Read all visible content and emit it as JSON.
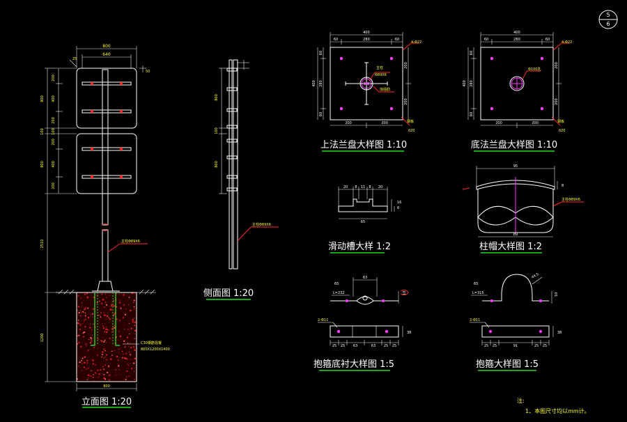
{
  "sheet": {
    "number_top": "5",
    "number_bottom": "6"
  },
  "titles": {
    "elevation": "立面图 1:20",
    "side": "侧面图 1:20",
    "top_flange": "上法兰盘大样图 1:10",
    "bottom_flange": "底法兰盘大样图 1:10",
    "slot": "滑动槽大样 1:2",
    "cap": "柱帽大样图 1:2",
    "hoop_plate": "抱箍底衬大样图 1:5",
    "hoop": "抱箍大样图 1:5"
  },
  "elevation": {
    "dim_800_top": "800",
    "dim_640": "640",
    "dims_left": [
      "200",
      "400",
      "200",
      "100",
      "200",
      "400",
      "200"
    ],
    "dims_left_outer": [
      "800",
      "100",
      "800"
    ],
    "dim_2510": "2510",
    "dim_1200": "1200",
    "dim_800_bottom": "800",
    "dim_50": "50",
    "dim_25": "25",
    "pipe_label": "主柱Φ89X6",
    "foundation_label_1": "C30钢筋混凝",
    "foundation_label_2": "800X1200X1400"
  },
  "side": {
    "dims": [
      "800",
      "100",
      "800"
    ],
    "pipe_label": "主柱Φ89X6"
  },
  "top_flange": {
    "dim_400": "400",
    "dims_top": [
      "60",
      "280",
      "60"
    ],
    "dims_bottom": [
      "200",
      "200"
    ],
    "dims_left": [
      "60",
      "280",
      "60"
    ],
    "dim_400_left": "400",
    "dims_right": [
      "200",
      "200"
    ],
    "hole_label": "4-Φ22",
    "pipe_label_1": "主柱",
    "pipe_label_2": "Φ89X6",
    "rib_label": "加强肋",
    "plate_label": "钢板",
    "thk_label": "δ20"
  },
  "bottom_flange": {
    "dim_400": "400",
    "dims_top": [
      "60",
      "280",
      "60"
    ],
    "dims_bottom": [
      "200",
      "200"
    ],
    "dims_left": [
      "60",
      "280",
      "60"
    ],
    "dim_400_left": "400",
    "dims_right": [
      "200",
      "200"
    ],
    "hole_label": "4-Φ22",
    "center_label": "Φ100孔",
    "plate_label": "钢板",
    "thk_label": "δ20"
  },
  "slot": {
    "dims_top": [
      "20",
      "8",
      "11",
      "8",
      "20"
    ],
    "dim_65": "65",
    "dims_right": [
      "6",
      "16"
    ]
  },
  "cap": {
    "dim_95": "95",
    "dim_89": "89",
    "dim_8": "8",
    "pipe_label": "主柱Φ89X6"
  },
  "hoop_plate": {
    "dim_65": "65",
    "length": "L=232",
    "dim_63": "63",
    "holes": "2-Φ11",
    "dims_bottom": [
      "25",
      "25",
      "63",
      "63",
      "25",
      "25"
    ],
    "dim_right": "38",
    "dim_right2": "10"
  },
  "hoop": {
    "dim_65": "65",
    "length": "L=315",
    "r_label": "44.5",
    "holes": "2-Φ11",
    "dims_bottom": [
      "25",
      "25",
      "91",
      "25",
      "25"
    ],
    "dim_right": "38",
    "dim_right2": "10"
  },
  "notes": {
    "heading": "注:",
    "line1": "1、本图尺寸均以mm计。"
  }
}
